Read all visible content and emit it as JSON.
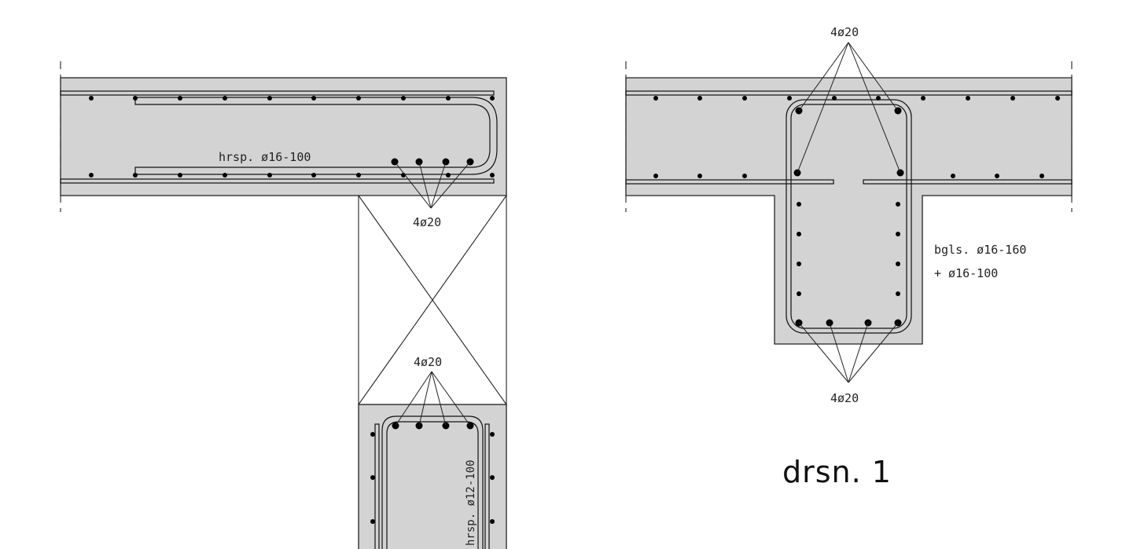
{
  "labels": {
    "left_slab_bars": "hrsp. ø16-100",
    "left_beam_top_bars": "4ø20",
    "left_column_top_bars": "4ø20",
    "left_column_bars": "hrsp. ø12-100",
    "right_top_bars": "4ø20",
    "right_stirrups_1": "bgls. ø16-160",
    "right_stirrups_2": "+ ø16-100",
    "right_bottom_bars": "4ø20",
    "section_title": "drsn. 1"
  },
  "colors": {
    "concrete": "#d3d3d3",
    "line": "#222222"
  }
}
